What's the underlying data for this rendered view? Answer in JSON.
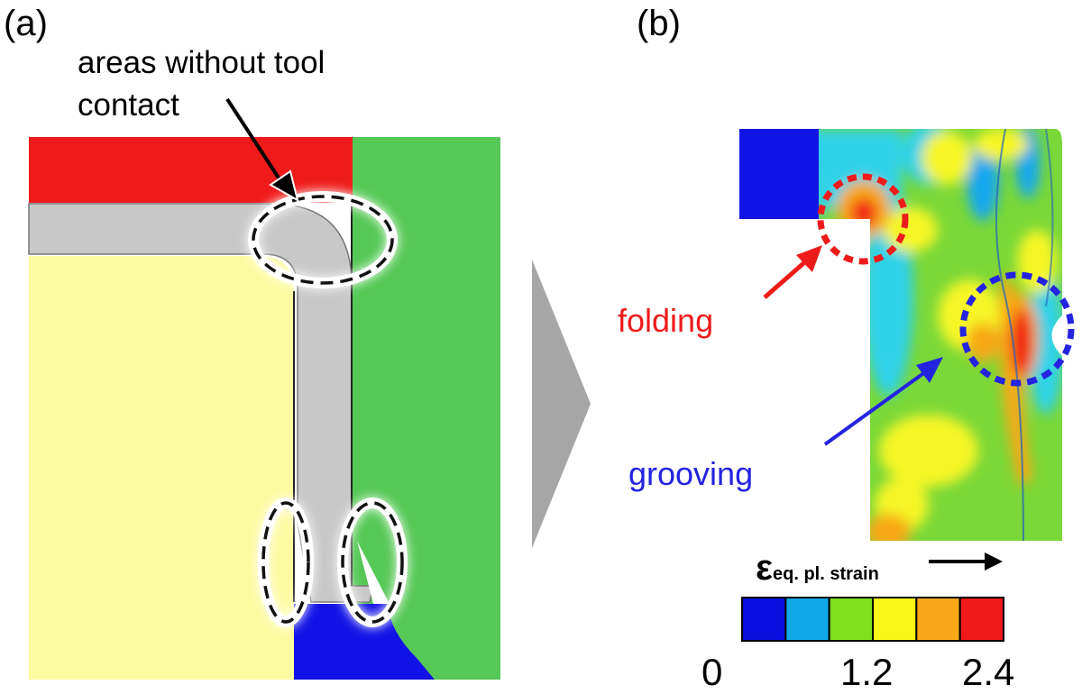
{
  "panel_a": {
    "label": "(a)",
    "annotation_line1": "areas without tool",
    "annotation_line2": "contact"
  },
  "panel_b": {
    "label": "(b)",
    "folding_label": "folding",
    "grooving_label": "grooving",
    "strain_symbol": "ε",
    "strain_subscript": "eq. pl. strain",
    "colorbar": {
      "ticks": [
        "0",
        "1.2",
        "2.4"
      ],
      "colors": [
        "#0a10e0",
        "#10a8e8",
        "#80e020",
        "#f8f818",
        "#f8a818",
        "#f01818"
      ]
    }
  },
  "colors": {
    "red_tool": "#ef1a1a",
    "green_tool": "#55c855",
    "yellow_tool": "#fdfba0",
    "blue_tool": "#1212e6",
    "workpiece": "#c8c8c8",
    "folding": "#ee1b1b",
    "grooving": "#2323e0"
  }
}
